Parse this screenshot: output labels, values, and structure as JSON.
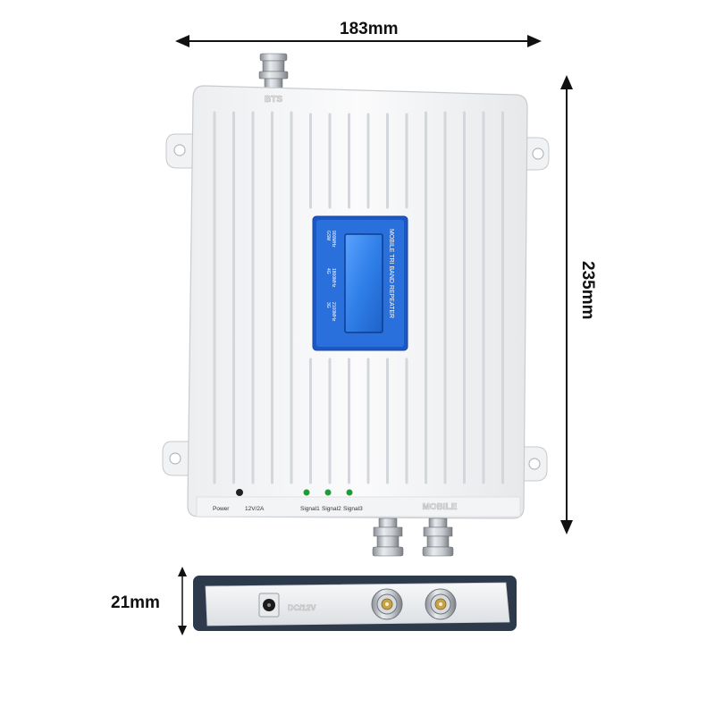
{
  "dimensions": {
    "width": "183mm",
    "height": "235mm",
    "depth": "21mm"
  },
  "device": {
    "top_port_label": "BTS",
    "bottom_port_label": "MOBILE",
    "lcd_title": "MOBILE TRI BAND REPEATER",
    "bands": [
      {
        "name": "GSM",
        "freq": "900MHz"
      },
      {
        "name": "4G",
        "freq": "1800MHz"
      },
      {
        "name": "3G",
        "freq": "2100MHz"
      }
    ],
    "indicators": {
      "power": "Power",
      "supply": "12V/2A",
      "signal1": "Signal1",
      "signal2": "Signal2",
      "signal3": "Signal3"
    },
    "side_panel_label": "DC/12V"
  },
  "colors": {
    "body": "#f4f5f6",
    "lcd_panel": "#1e5fd6",
    "led": "#1f9b3c",
    "side_frame": "#2d3a4c"
  }
}
